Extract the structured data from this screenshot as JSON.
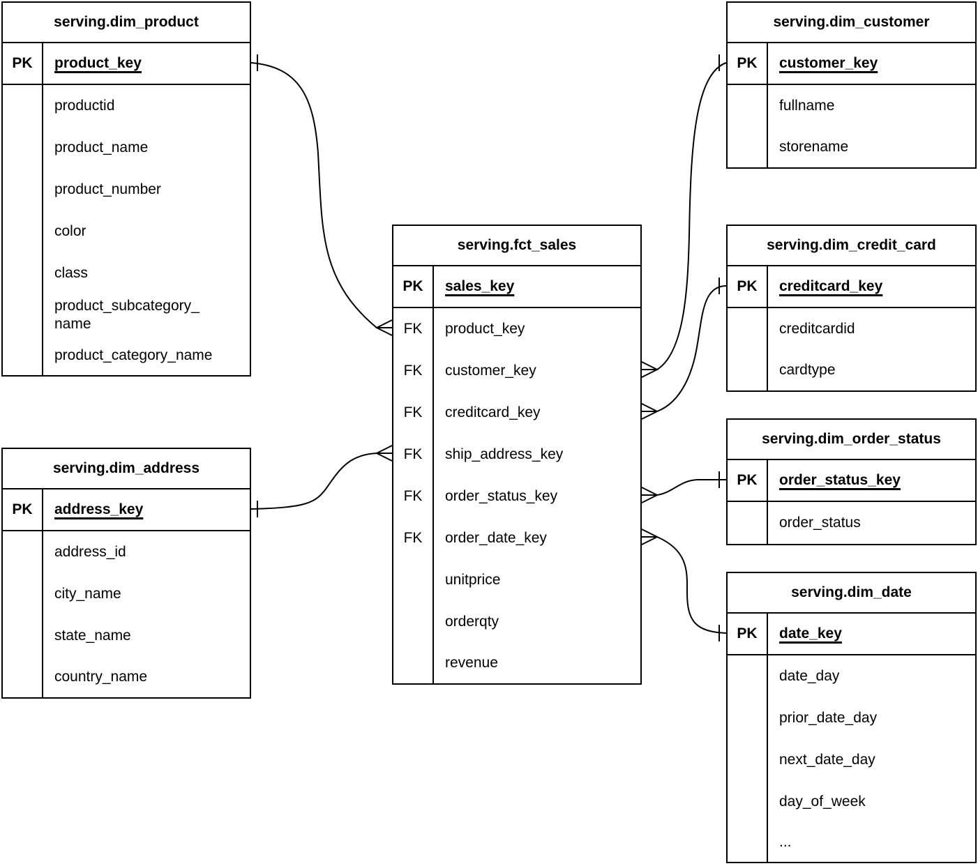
{
  "colors": {
    "line": "#000000",
    "background": "#ffffff",
    "text": "#000000"
  },
  "tables": [
    {
      "id": "dim_product",
      "title": "serving.dim_product",
      "pk": {
        "key": "PK",
        "name": "product_key"
      },
      "rows": [
        {
          "key": "",
          "name": "productid"
        },
        {
          "key": "",
          "name": "product_name"
        },
        {
          "key": "",
          "name": "product_number"
        },
        {
          "key": "",
          "name": "color"
        },
        {
          "key": "",
          "name": "class"
        },
        {
          "key": "",
          "name": "product_subcategory_\nname"
        },
        {
          "key": "",
          "name": "product_category_name"
        }
      ]
    },
    {
      "id": "dim_address",
      "title": "serving.dim_address",
      "pk": {
        "key": "PK",
        "name": "address_key"
      },
      "rows": [
        {
          "key": "",
          "name": "address_id"
        },
        {
          "key": "",
          "name": "city_name"
        },
        {
          "key": "",
          "name": "state_name"
        },
        {
          "key": "",
          "name": "country_name"
        }
      ]
    },
    {
      "id": "fct_sales",
      "title": "serving.fct_sales",
      "pk": {
        "key": "PK",
        "name": "sales_key"
      },
      "rows": [
        {
          "key": "FK",
          "name": "product_key"
        },
        {
          "key": "FK",
          "name": "customer_key"
        },
        {
          "key": "FK",
          "name": "creditcard_key"
        },
        {
          "key": "FK",
          "name": "ship_address_key"
        },
        {
          "key": "FK",
          "name": "order_status_key"
        },
        {
          "key": "FK",
          "name": "order_date_key"
        },
        {
          "key": "",
          "name": "unitprice"
        },
        {
          "key": "",
          "name": "orderqty"
        },
        {
          "key": "",
          "name": "revenue"
        }
      ]
    },
    {
      "id": "dim_customer",
      "title": "serving.dim_customer",
      "pk": {
        "key": "PK",
        "name": "customer_key"
      },
      "rows": [
        {
          "key": "",
          "name": "fullname"
        },
        {
          "key": "",
          "name": "storename"
        }
      ]
    },
    {
      "id": "dim_credit_card",
      "title": "serving.dim_credit_card",
      "pk": {
        "key": "PK",
        "name": "creditcard_key"
      },
      "rows": [
        {
          "key": "",
          "name": "creditcardid"
        },
        {
          "key": "",
          "name": "cardtype"
        }
      ]
    },
    {
      "id": "dim_order_status",
      "title": "serving.dim_order_status",
      "pk": {
        "key": "PK",
        "name": "order_status_key"
      },
      "rows": [
        {
          "key": "",
          "name": "order_status"
        }
      ]
    },
    {
      "id": "dim_date",
      "title": "serving.dim_date",
      "pk": {
        "key": "PK",
        "name": "date_key"
      },
      "rows": [
        {
          "key": "",
          "name": "date_day"
        },
        {
          "key": "",
          "name": "prior_date_day"
        },
        {
          "key": "",
          "name": "next_date_day"
        },
        {
          "key": "",
          "name": "day_of_week"
        },
        {
          "key": "",
          "name": "..."
        }
      ]
    }
  ],
  "relationships": [
    {
      "fact_field": "serving.fct_sales.product_key",
      "dim_field": "serving.dim_product.product_key",
      "fact_end": "many",
      "dim_end": "one"
    },
    {
      "fact_field": "serving.fct_sales.ship_address_key",
      "dim_field": "serving.dim_address.address_key",
      "fact_end": "many",
      "dim_end": "one"
    },
    {
      "fact_field": "serving.fct_sales.customer_key",
      "dim_field": "serving.dim_customer.customer_key",
      "fact_end": "many",
      "dim_end": "one"
    },
    {
      "fact_field": "serving.fct_sales.creditcard_key",
      "dim_field": "serving.dim_credit_card.creditcard_key",
      "fact_end": "many",
      "dim_end": "one"
    },
    {
      "fact_field": "serving.fct_sales.order_status_key",
      "dim_field": "serving.dim_order_status.order_status_key",
      "fact_end": "many",
      "dim_end": "one"
    },
    {
      "fact_field": "serving.fct_sales.order_date_key",
      "dim_field": "serving.dim_date.date_key",
      "fact_end": "many",
      "dim_end": "one"
    }
  ]
}
